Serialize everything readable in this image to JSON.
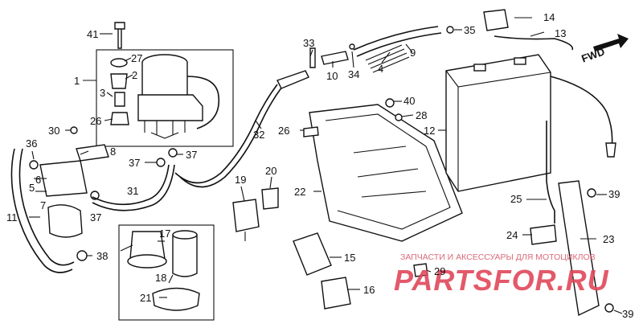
{
  "fwd_label": "FWD",
  "callouts": {
    "c1": "1",
    "c2": "2",
    "c3": "3",
    "c4": "4",
    "c5": "5",
    "c6": "6",
    "c7": "7",
    "c8": "8",
    "c9": "9",
    "c10": "10",
    "c11": "11",
    "c12": "12",
    "c13": "13",
    "c14": "14",
    "c15": "15",
    "c16": "16",
    "c17": "17",
    "c18": "18",
    "c19": "19",
    "c20": "20",
    "c21": "21",
    "c22": "22",
    "c23": "23",
    "c24": "24",
    "c25": "25",
    "c26a": "26",
    "c26b": "26",
    "c27": "27",
    "c28": "28",
    "c29": "29",
    "c30": "30",
    "c31": "31",
    "c32": "32",
    "c33": "33",
    "c34": "34",
    "c35": "35",
    "c36": "36",
    "c37a": "37",
    "c37b": "37",
    "c37c": "37",
    "c38": "38",
    "c39a": "39",
    "c39b": "39",
    "c40": "40",
    "c41": "41"
  },
  "watermark": {
    "tagline": "ЗАПЧАСТИ И АКСЕССУАРЫ ДЛЯ МОТОЦИКЛОВ",
    "brand": "PARTSFOR.RU",
    "color": "#e0485a"
  }
}
